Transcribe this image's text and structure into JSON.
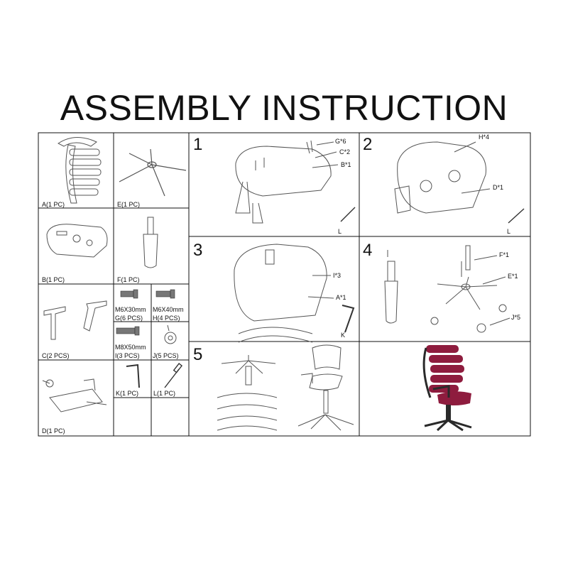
{
  "title": "ASSEMBLY INSTRUCTION",
  "parts": {
    "a": "A(1 PC)",
    "e": "E(1 PC)",
    "b": "B(1 PC)",
    "f": "F(1 PC)",
    "g_size": "M6X30mm",
    "g_qty": "G(6 PCS)",
    "h_size": "M6X40mm",
    "h_qty": "H(4 PCS)",
    "i_size": "M8X50mm",
    "i_qty": "I(3 PCS)",
    "j": "J(5 PCS)",
    "c": "C(2 PCS)",
    "d": "D(1 PC)",
    "k": "K(1 PC)",
    "l": "L(1 PC)"
  },
  "steps": {
    "s1": {
      "number": "1",
      "callouts": [
        "G*6",
        "C*2",
        "B*1"
      ],
      "tool": "L"
    },
    "s2": {
      "number": "2",
      "callouts": [
        "H*4",
        "D*1"
      ],
      "tool": "L"
    },
    "s3": {
      "number": "3",
      "callouts": [
        "I*3",
        "A*1"
      ],
      "tool": "K"
    },
    "s4": {
      "number": "4",
      "callouts": [
        "F*1",
        "E*1",
        "J*5"
      ]
    },
    "s5": {
      "number": "5"
    }
  },
  "colors": {
    "line": "#111111",
    "sketch": "#555555",
    "seat": "#8e1c3e",
    "frame_dark": "#2a2a2a"
  },
  "icons": [
    "chair-back-icon",
    "chair-base-icon",
    "seat-plate-icon",
    "gas-lift-icon",
    "screw-icon",
    "caster-icon",
    "armrest-icon",
    "mechanism-icon",
    "allen-key-icon",
    "screwdriver-icon",
    "office-chair-icon"
  ]
}
